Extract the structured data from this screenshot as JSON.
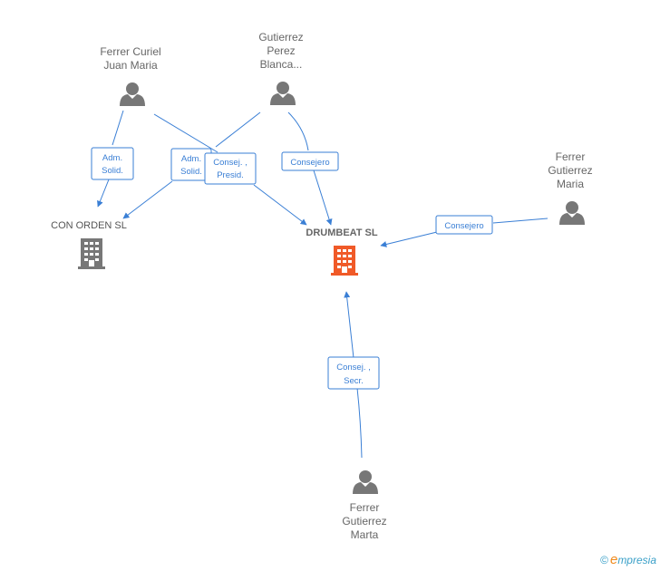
{
  "nodes": {
    "person_ferrer_curiel": {
      "lines": [
        "Ferrer Curiel",
        "Juan Maria"
      ]
    },
    "person_gutierrez_perez": {
      "lines": [
        "Gutierrez",
        "Perez",
        "Blanca..."
      ]
    },
    "person_ferrer_gutierrez_maria": {
      "lines": [
        "Ferrer",
        "Gutierrez",
        "Maria"
      ]
    },
    "person_ferrer_gutierrez_marta": {
      "lines": [
        "Ferrer",
        "Gutierrez",
        "Marta"
      ]
    },
    "company_con_orden": {
      "label": "CON ORDEN SL",
      "color": "#777777"
    },
    "company_drumbeat": {
      "label": "DRUMBEAT SL",
      "color": "#f05a28"
    }
  },
  "roles": {
    "adm_solid_1": [
      "Adm.",
      "Solid."
    ],
    "adm_solid_2": [
      "Adm.",
      "Solid."
    ],
    "consej_presid": [
      "Consej. ,",
      "Presid."
    ],
    "consejero_1": [
      "Consejero"
    ],
    "consejero_2": [
      "Consejero"
    ],
    "consej_secr": [
      "Consej. ,",
      "Secr."
    ]
  },
  "footer": {
    "copyright": "©",
    "brand_initial": "e",
    "brand_rest": "mpresia"
  },
  "colors": {
    "edge": "#3a7fd5",
    "person": "#777777",
    "company_main": "#f05a28",
    "company_other": "#777777"
  }
}
